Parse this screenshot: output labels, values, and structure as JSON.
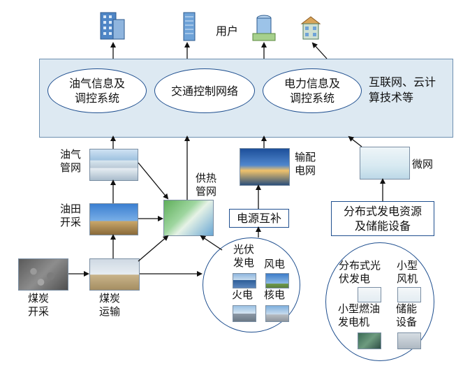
{
  "users_label": "用户",
  "panel": {
    "oil_gas": "油气信息及\n调控系统",
    "traffic": "交通控制网络",
    "power": "电力信息及\n调控系统",
    "internet": "互联网、云计\n算技术等"
  },
  "nodes": {
    "oil_gas_network": "油气\n管网",
    "oilfield": "油田\n开采",
    "heating_network": "供热\n管网",
    "transmission": "输配\n电网",
    "power_complement": "电源互补",
    "microgrid": "微网",
    "distributed": "分布式发电资源\n及储能设备",
    "coal_mining": "煤炭\n开采",
    "coal_transport": "煤炭\n运输"
  },
  "circle_left": {
    "pv": "光伏\n发电",
    "wind": "风电",
    "thermal": "火电",
    "nuclear": "核电"
  },
  "circle_right": {
    "dist_pv": "分布式光\n伏发电",
    "small_wind": "小型\n风机",
    "small_diesel": "小型燃油\n发电机",
    "storage": "储能\n设备"
  },
  "colors": {
    "line": "#1f4f8f",
    "panel": "#dde9f2",
    "arrow": "#111111"
  }
}
